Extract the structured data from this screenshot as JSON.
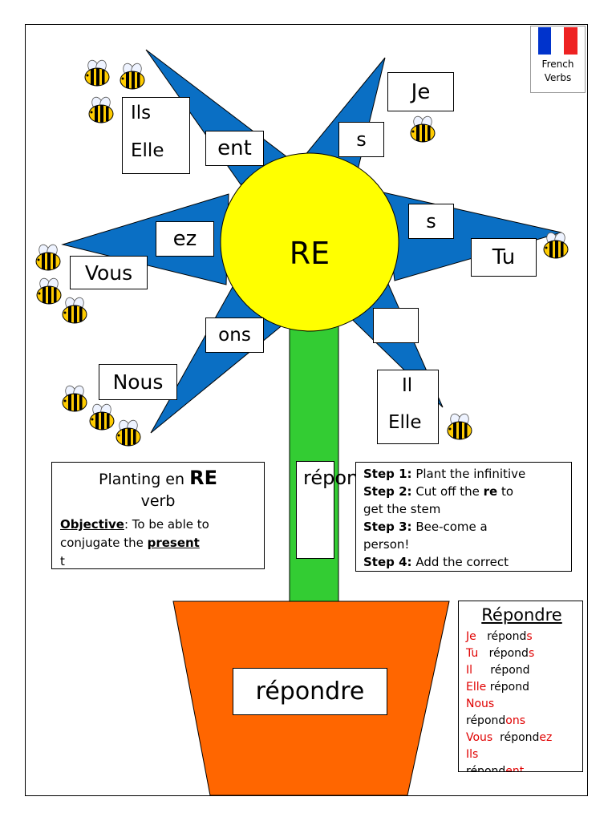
{
  "flag": {
    "caption_line1": "French",
    "caption_line2": "Verbs"
  },
  "flower": {
    "center_label": "RE"
  },
  "petals": {
    "ils_line1": "Ils",
    "ils_line2": "Elle",
    "ils_ending": "ent",
    "je_label": "Je",
    "je_ending": "s",
    "tu_label": "Tu",
    "tu_ending": "s",
    "vous_label": "Vous",
    "vous_ending": "ez",
    "nous_label": "Nous",
    "nous_ending": "ons",
    "il_line1": "Il",
    "il_line2": "Elle",
    "il_ending": ""
  },
  "stem": {
    "stem_label": "répond"
  },
  "pot": {
    "infinitive": "répondre"
  },
  "planting": {
    "title_pre": "Planting en ",
    "title_bold": "RE",
    "title_line2": "verb",
    "objective_label": "Objective",
    "objective_text1": ": To be able to",
    "objective_text2": "conjugate the ",
    "objective_present": "present",
    "objective_text3": "t"
  },
  "steps": {
    "s1_label": "Step 1:",
    "s1_text": " Plant the infinitive",
    "s2_label": "Step 2:",
    "s2_text_a": " Cut off the ",
    "s2_bold": "re",
    "s2_text_b": " to",
    "s2_text_c": "get the stem",
    "s3_label": "Step 3:",
    "s3_text_a": " Bee-come a",
    "s3_text_b": "person!",
    "s4_label": "Step 4:",
    "s4_text": " Add the correct"
  },
  "conjugation": {
    "title": "Répondre",
    "rows": [
      {
        "pronoun": "Je",
        "stem": "répond",
        "ending": "s"
      },
      {
        "pronoun": "Tu",
        "stem": "répond",
        "ending": "s"
      },
      {
        "pronoun": "Il",
        "stem": "répond",
        "ending": ""
      },
      {
        "pronoun": "Elle",
        "stem": "répond",
        "ending": ""
      },
      {
        "pronoun": "Nous",
        "stem": "répond",
        "ending": "ons"
      },
      {
        "pronoun": "Vous",
        "stem": "répond",
        "ending": "ez"
      },
      {
        "pronoun": "Ils",
        "stem": "répond",
        "ending": "ent"
      }
    ]
  },
  "colors": {
    "petal": "#0a6fc4",
    "center": "#ffff00",
    "stem": "#33cc33",
    "pot": "#ff6600",
    "ending_red": "#e00000"
  }
}
